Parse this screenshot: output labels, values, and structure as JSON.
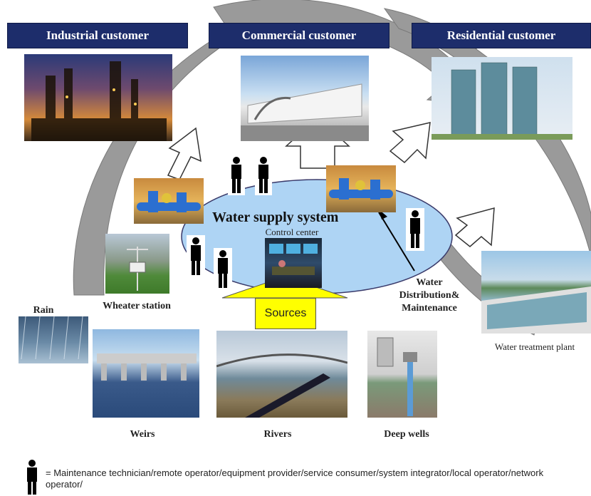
{
  "customers": [
    {
      "label": "Industrial customer"
    },
    {
      "label": "Commercial customer"
    },
    {
      "label": "Residential customer"
    }
  ],
  "system": {
    "title": "Water supply system",
    "control_center": "Control center",
    "distribution": "Water Distribution& Maintenance",
    "sources": "Sources"
  },
  "stations": {
    "weather": "Wheater station",
    "treatment": "Water treatment plant",
    "rain": "Rain"
  },
  "source_types": [
    {
      "label": "Weirs"
    },
    {
      "label": "Rivers"
    },
    {
      "label": "Deep wells"
    }
  ],
  "legend": {
    "text": "= Maintenance technician/remote operator/equipment provider/service consumer/system integrator/local operator/network operator/"
  },
  "colors": {
    "header_bg": "#1d2d6b",
    "loop_arrow": "#9a9a9a",
    "ellipse": "#aed4f4",
    "sources_box": "#ffff00"
  }
}
